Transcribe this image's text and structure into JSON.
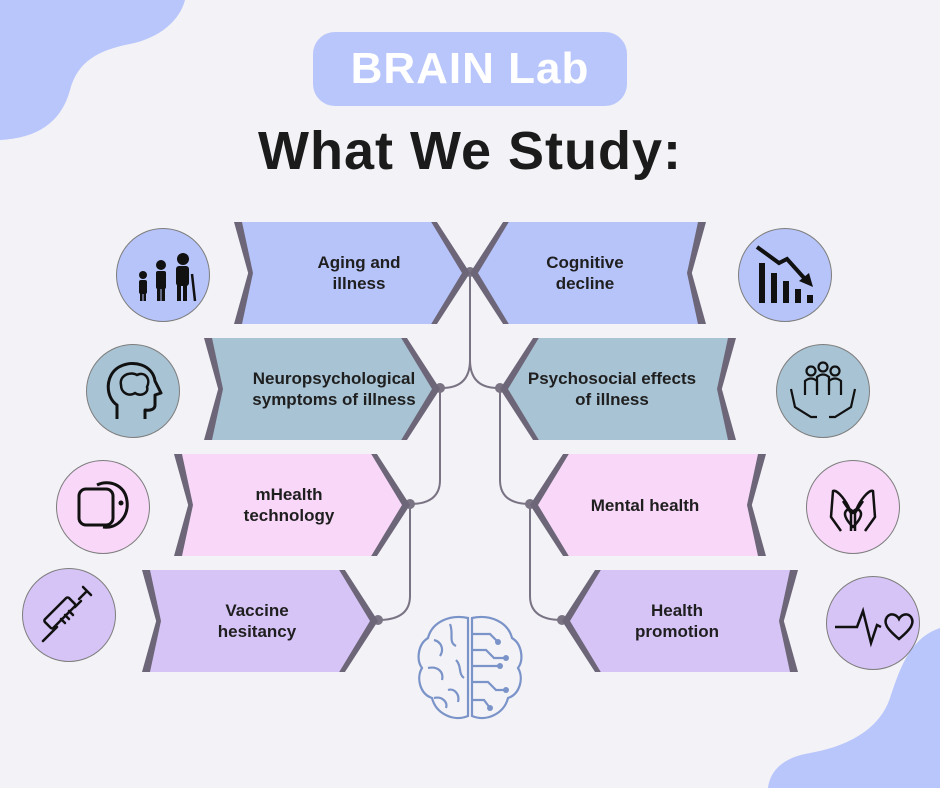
{
  "header": {
    "badge": "BRAIN Lab",
    "title": "What We Study:"
  },
  "colors": {
    "background": "#f3f2f6",
    "badge": "#b8c6fb",
    "row1": "#b7c4fa",
    "row2": "#a8c3d4",
    "row3": "#f8d7f8",
    "row4": "#d6c4f6",
    "shadow": "#6d6678"
  },
  "topics": {
    "left": [
      {
        "label": "Aging and\nillness",
        "icon": "family-generations-icon"
      },
      {
        "label": "Neuropsychological\nsymptoms of illness",
        "icon": "head-brain-icon"
      },
      {
        "label": "mHealth\ntechnology",
        "icon": "smartwatch-icon"
      },
      {
        "label": "Vaccine\nhesitancy",
        "icon": "syringe-icon"
      }
    ],
    "right": [
      {
        "label": "Cognitive\ndecline",
        "icon": "declining-bar-chart-icon"
      },
      {
        "label": "Psychosocial effects\nof illness",
        "icon": "hands-holding-people-icon"
      },
      {
        "label": "Mental health",
        "icon": "hands-heart-icon"
      },
      {
        "label": "Health\npromotion",
        "icon": "heartbeat-icon"
      }
    ]
  },
  "center_icon": "brain-circuit-icon"
}
